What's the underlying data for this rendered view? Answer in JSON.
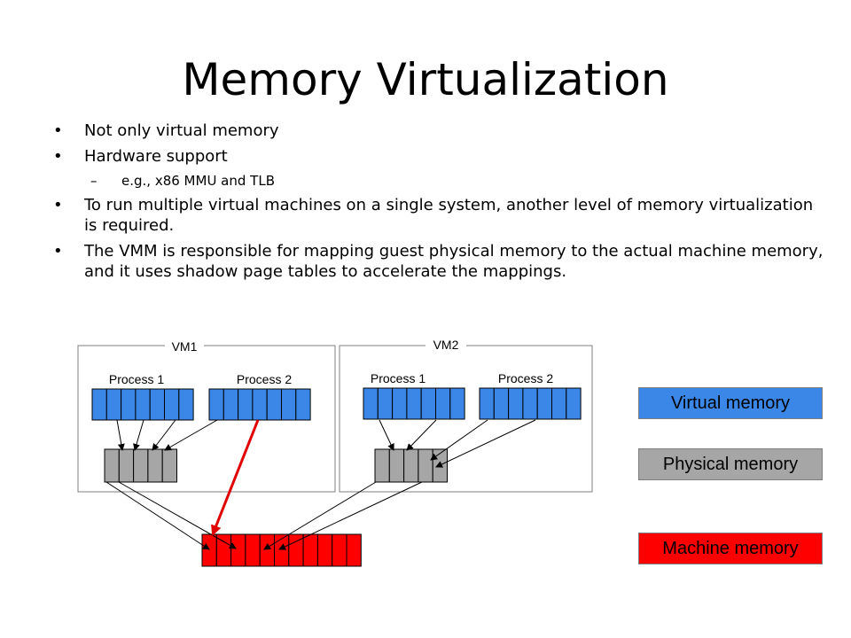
{
  "slide": {
    "title": "Memory Virtualization",
    "bullets": [
      "Not only virtual memory",
      "Hardware support",
      "e.g., x86 MMU and TLB",
      "To run multiple virtual machines on a single system, another level of memory virtualization is required.",
      "The VMM is responsible for mapping guest physical memory to the actual machine memory, and it uses shadow page tables to accelerate the mappings."
    ]
  },
  "diagram": {
    "vm1_label": "VM1",
    "vm2_label": "VM2",
    "process1_label": "Process 1",
    "process2_label": "Process 2"
  },
  "legend": {
    "virtual": "Virtual memory",
    "physical": "Physical memory",
    "machine": "Machine memory"
  },
  "colors": {
    "virtual": "#3a87e8",
    "physical": "#a6a6a6",
    "machine": "#ff0000",
    "highlight_arrow": "#e00000"
  }
}
